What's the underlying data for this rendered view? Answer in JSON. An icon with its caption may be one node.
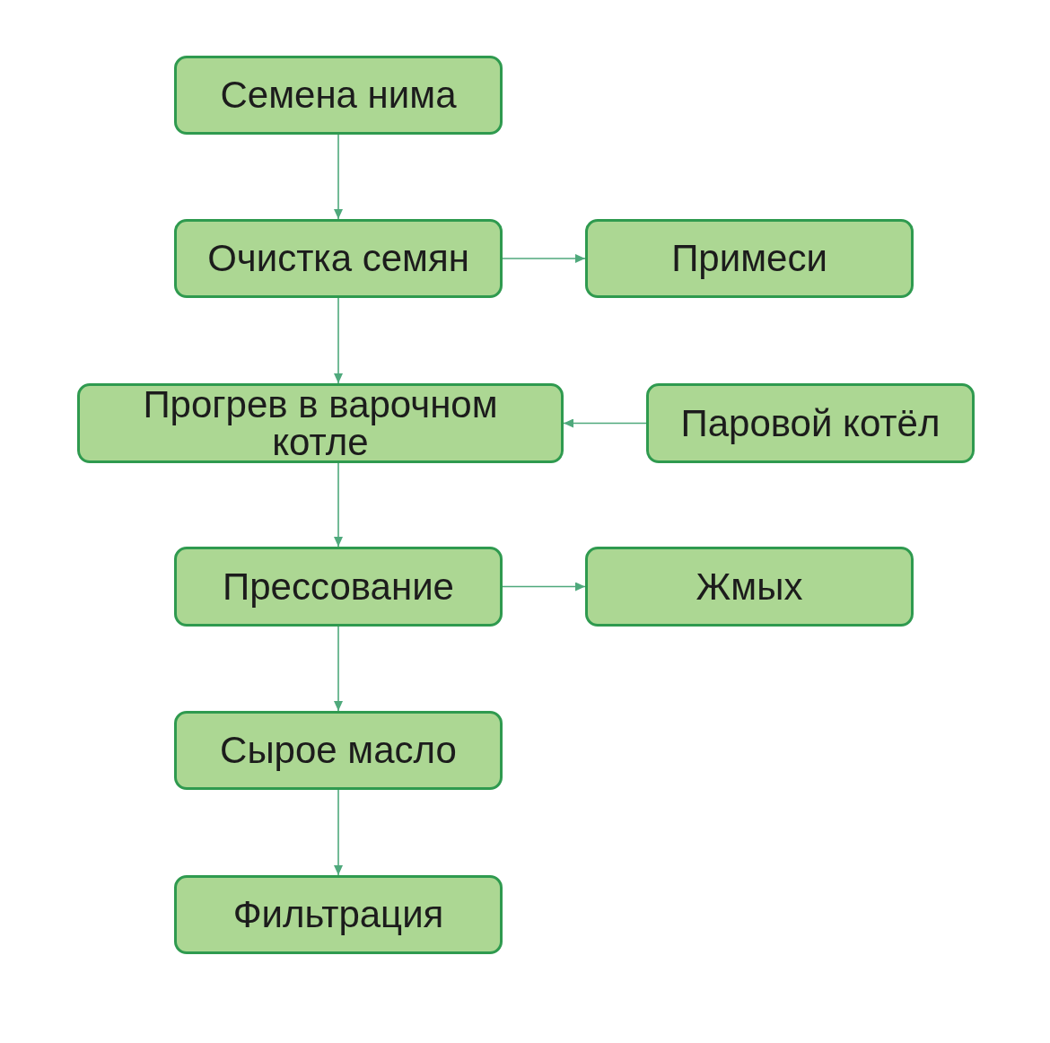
{
  "diagram": {
    "nodes": [
      {
        "text": [
          "Семена нима"
        ]
      },
      {
        "text": [
          "Очистка семян"
        ]
      },
      {
        "text": [
          "Примеси"
        ]
      },
      {
        "text": [
          "Прогрев в варочном котле"
        ]
      },
      {
        "text": [
          "Паровой котёл"
        ]
      },
      {
        "text": [
          "Прессование"
        ]
      },
      {
        "text": [
          "Жмых"
        ]
      },
      {
        "text": [
          "Сырое масло"
        ]
      },
      {
        "text": [
          "Фильтрация"
        ]
      }
    ],
    "edges": [
      {
        "from": 0,
        "to": 1,
        "arrow": "to"
      },
      {
        "from": 1,
        "to": 2,
        "arrow": "to"
      },
      {
        "from": 1,
        "to": 3,
        "arrow": "to"
      },
      {
        "from": 4,
        "to": 3,
        "arrow": "to"
      },
      {
        "from": 3,
        "to": 5,
        "arrow": "to"
      },
      {
        "from": 5,
        "to": 6,
        "arrow": "to"
      },
      {
        "from": 5,
        "to": 7,
        "arrow": "to"
      },
      {
        "from": 7,
        "to": 8,
        "arrow": "to"
      }
    ]
  }
}
